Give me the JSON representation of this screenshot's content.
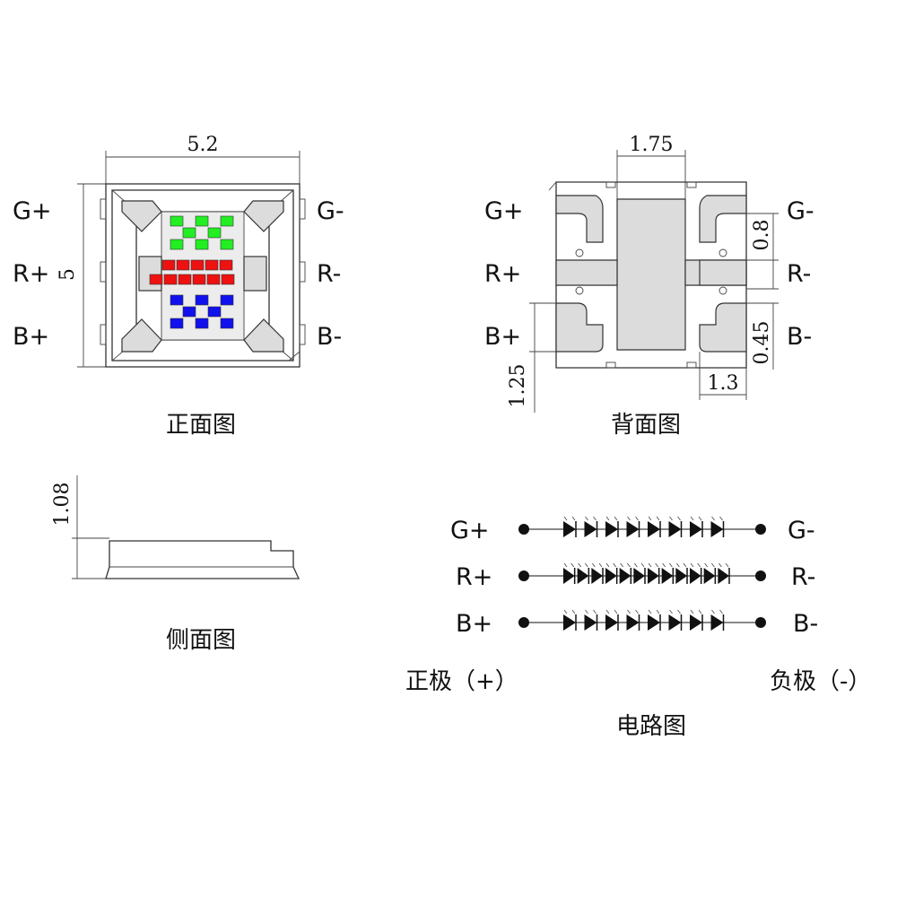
{
  "colors": {
    "green_chip": "#22ee22",
    "red_chip": "#ee1111",
    "blue_chip": "#1111ee",
    "pad_fill": "#dcdcdc",
    "line": "#333333"
  },
  "front_view": {
    "caption": "正面图",
    "width_dim": "5.2",
    "height_dim": "5",
    "pins_left": [
      "G+",
      "R+",
      "B+"
    ],
    "pins_right": [
      "G-",
      "R-",
      "B-"
    ]
  },
  "back_view": {
    "caption": "背面图",
    "dim_center_width": "1.75",
    "dim_pad_height": "0.8",
    "dim_pad_gap": "0.45",
    "dim_bottom_width": "1.3",
    "dim_left_height": "1.25",
    "pins_left": [
      "G+",
      "R+",
      "B+"
    ],
    "pins_right": [
      "G-",
      "R-",
      "B-"
    ]
  },
  "side_view": {
    "caption": "侧面图",
    "height_dim": "1.08"
  },
  "circuit": {
    "caption": "电路图",
    "anode_label": "正极（+）",
    "cathode_label": "负极（-）",
    "rows": [
      {
        "left": "G+",
        "right": "G-",
        "diodes": 8
      },
      {
        "left": "R+",
        "right": "R-",
        "diodes": 12
      },
      {
        "left": "B+",
        "right": "B-",
        "diodes": 8
      }
    ]
  }
}
